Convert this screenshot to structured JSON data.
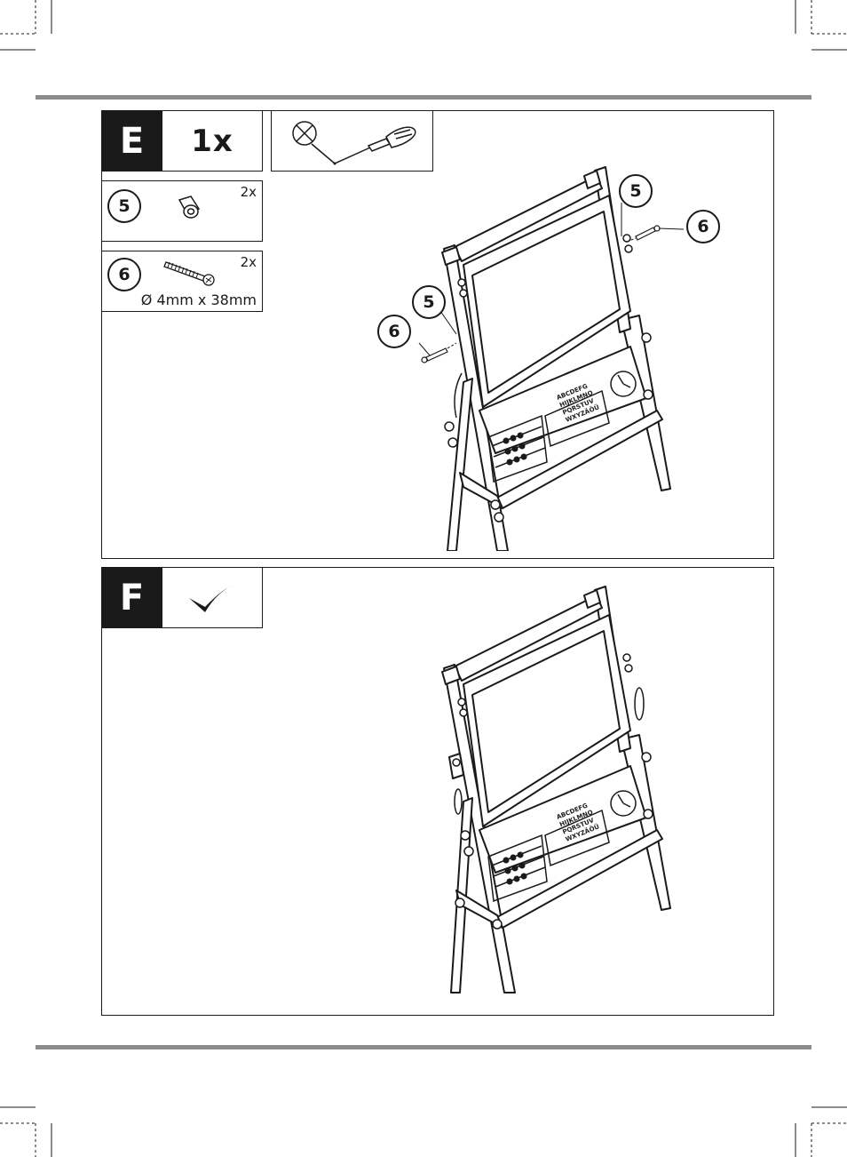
{
  "step_e": {
    "letter": "E",
    "quantity": "1x",
    "tool_icon": "phillips-screwdriver-icon",
    "parts": [
      {
        "number": "5",
        "count": "2x",
        "icon": "spacer-icon"
      },
      {
        "number": "6",
        "count": "2x",
        "icon": "screw-icon",
        "dimensions": "Ø 4mm x 38mm"
      }
    ],
    "callouts": [
      "5",
      "6",
      "5",
      "6"
    ]
  },
  "step_f": {
    "letter": "F",
    "icon": "checkmark-icon"
  },
  "easel_labels": {
    "alphabet_lines": [
      "ABCDEFG",
      "HIJKLMNO",
      "PQRSTUV",
      "WXYZÄÖÜ"
    ]
  },
  "colors": {
    "rule": "#8c8c8c",
    "ink": "#1a1a1a"
  }
}
